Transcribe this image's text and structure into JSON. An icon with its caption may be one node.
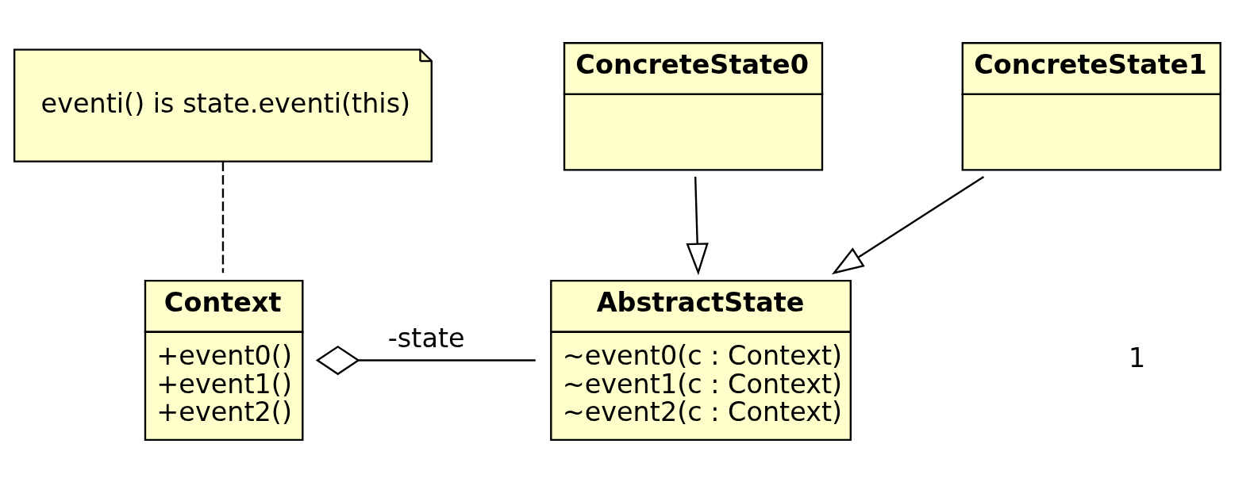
{
  "diagram": {
    "nodes": [
      {
        "text": [
          "eventi() is state.eventi(this)"
        ]
      },
      {
        "text": [
          "ConcreteState0"
        ]
      },
      {
        "text": [
          "ConcreteState1"
        ]
      },
      {
        "text": [
          "Context",
          "+event0()",
          "+event1()",
          "+event2()"
        ]
      },
      {
        "text": [
          "AbstractState",
          "~event0(c : Context)",
          "~event1(c : Context)",
          "~event2(c : Context)"
        ]
      }
    ],
    "edges": [
      {
        "from": 0,
        "to": 3,
        "arrow": "none",
        "style": "dashed"
      },
      {
        "from": 1,
        "to": 4,
        "arrow": "to"
      },
      {
        "from": 2,
        "to": 4,
        "arrow": "to"
      },
      {
        "from": 3,
        "to": 4,
        "arrow": "other",
        "label": "-state"
      }
    ],
    "labels": [
      "1"
    ]
  }
}
